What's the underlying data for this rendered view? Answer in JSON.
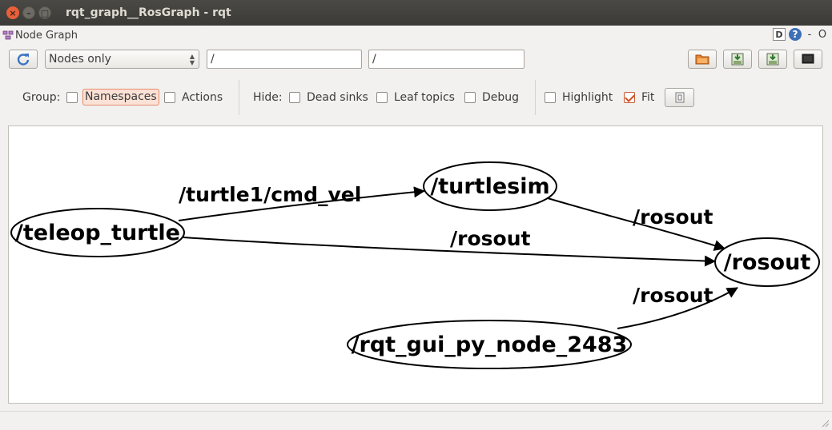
{
  "window": {
    "title": "rqt_graph__RosGraph - rqt"
  },
  "plugin": {
    "title": "Node Graph",
    "right_d": "D",
    "right_help": "?",
    "right_dash": "-",
    "right_o": "O"
  },
  "toolbar": {
    "refresh_icon": "refresh-icon",
    "filter_mode": "Nodes only",
    "node_filter_value": "/",
    "topic_filter_value": "/",
    "icons": [
      "open-folder-icon",
      "save-dot-icon",
      "save-image-icon",
      "screenshot-icon"
    ]
  },
  "options": {
    "group_label": "Group:",
    "namespaces_label": "Namespaces",
    "namespaces_checked": false,
    "actions_label": "Actions",
    "actions_checked": false,
    "hide_label": "Hide:",
    "dead_sinks_label": "Dead sinks",
    "dead_sinks_checked": false,
    "leaf_topics_label": "Leaf topics",
    "leaf_topics_checked": false,
    "debug_label": "Debug",
    "debug_checked": false,
    "highlight_label": "Highlight",
    "highlight_checked": false,
    "fit_label": "Fit",
    "fit_checked": true
  },
  "graph": {
    "nodes": [
      {
        "id": "teleop",
        "label": "/teleop_turtle"
      },
      {
        "id": "turtlesim",
        "label": "/turtlesim"
      },
      {
        "id": "rosout",
        "label": "/rosout"
      },
      {
        "id": "rqtgui",
        "label": "/rqt_gui_py_node_2483"
      }
    ],
    "edges": [
      {
        "from": "teleop",
        "to": "turtlesim",
        "label": "/turtle1/cmd_vel"
      },
      {
        "from": "turtlesim",
        "to": "rosout",
        "label": "/rosout"
      },
      {
        "from": "teleop",
        "to": "rosout",
        "label": "/rosout"
      },
      {
        "from": "rqtgui",
        "to": "rosout",
        "label": "/rosout"
      }
    ]
  },
  "colors": {
    "titlebar": "#3b3a36",
    "close_button": "#e8603a",
    "checkbox_accent": "#d04e24",
    "namespace_highlight": "#fbe1d6"
  }
}
